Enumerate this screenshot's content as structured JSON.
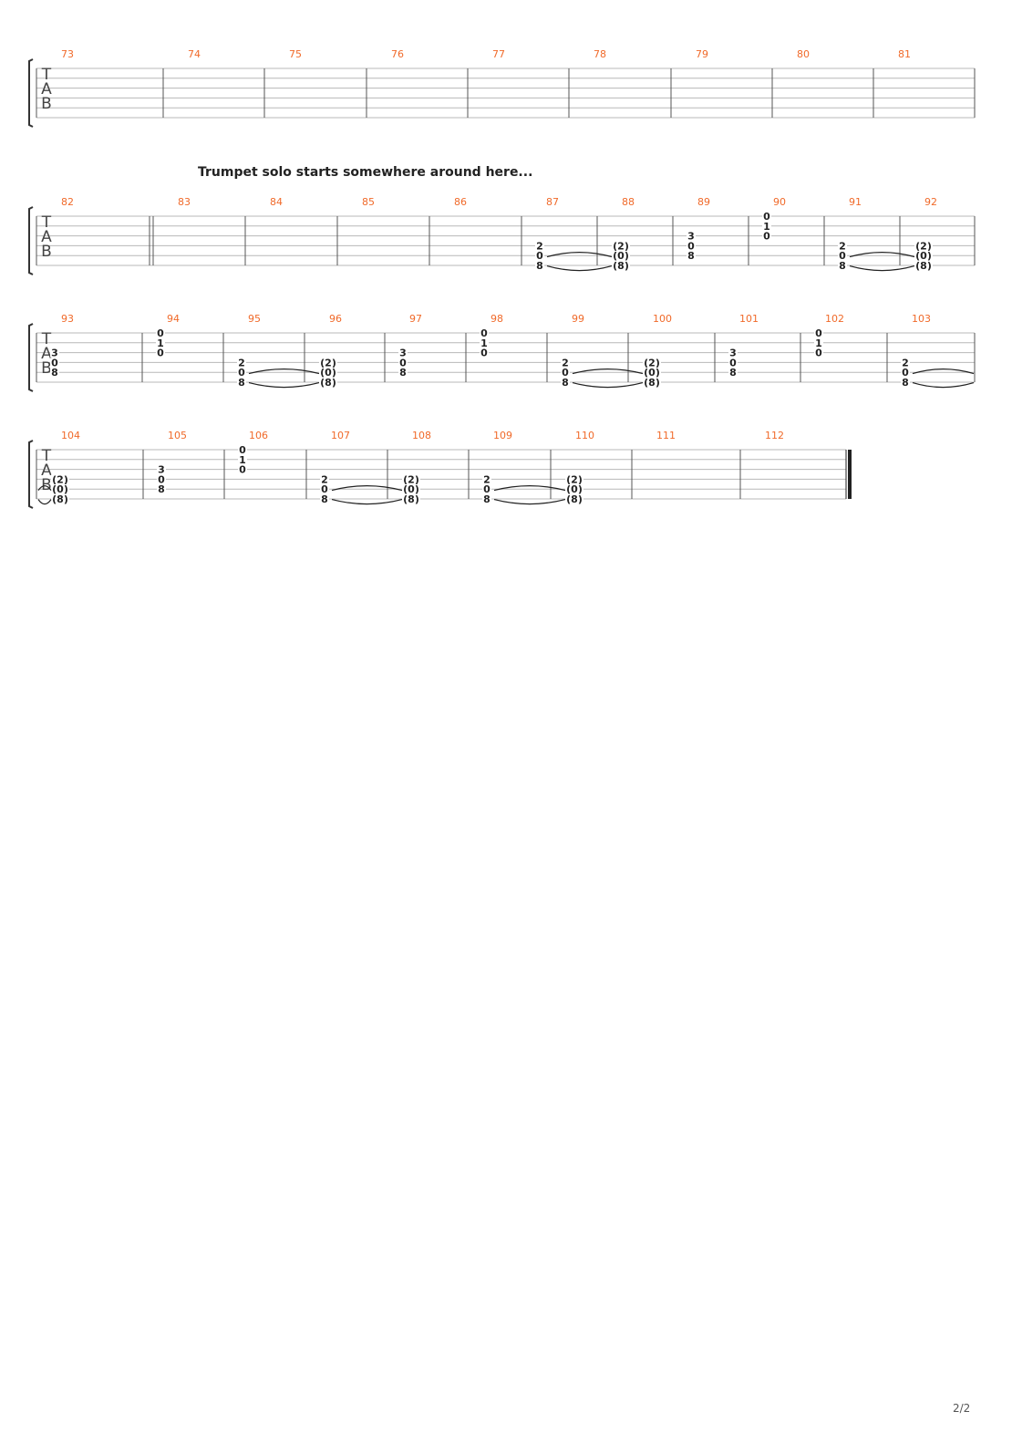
{
  "page_number": "2/2",
  "colors": {
    "measure_number": "#f06a2a",
    "staff_line": "#b8b8b8",
    "bar_line": "#555555",
    "notes": "#222222"
  },
  "clef": [
    "T",
    "A",
    "B"
  ],
  "systems": [
    {
      "annotation": "",
      "measures": [
        {
          "number": "73",
          "events": []
        },
        {
          "number": "74",
          "events": []
        },
        {
          "number": "75",
          "events": []
        },
        {
          "number": "76",
          "events": []
        },
        {
          "number": "77",
          "events": []
        },
        {
          "number": "78",
          "events": []
        },
        {
          "number": "79",
          "events": []
        },
        {
          "number": "80",
          "events": []
        },
        {
          "number": "81",
          "events": []
        }
      ]
    },
    {
      "annotation": "Trumpet solo starts somewhere around here...",
      "measures": [
        {
          "number": "82",
          "events": [],
          "double_bar": true
        },
        {
          "number": "83",
          "events": []
        },
        {
          "number": "84",
          "events": []
        },
        {
          "number": "85",
          "events": []
        },
        {
          "number": "86",
          "events": []
        },
        {
          "number": "87",
          "events": [
            {
              "notes": [
                {
                  "s": 4,
                  "f": "2"
                },
                {
                  "s": 5,
                  "f": "0"
                },
                {
                  "s": 6,
                  "f": "8"
                }
              ]
            }
          ],
          "tie_to_next": true
        },
        {
          "number": "88",
          "events": [
            {
              "notes": [
                {
                  "s": 4,
                  "f": "(2)"
                },
                {
                  "s": 5,
                  "f": "(0)"
                },
                {
                  "s": 6,
                  "f": "(8)"
                }
              ]
            }
          ]
        },
        {
          "number": "89",
          "events": [
            {
              "notes": [
                {
                  "s": 3,
                  "f": "3"
                },
                {
                  "s": 4,
                  "f": "0"
                },
                {
                  "s": 5,
                  "f": "8"
                }
              ]
            }
          ]
        },
        {
          "number": "90",
          "events": [
            {
              "notes": [
                {
                  "s": 1,
                  "f": "0"
                },
                {
                  "s": 2,
                  "f": "1"
                },
                {
                  "s": 3,
                  "f": "0"
                }
              ]
            }
          ]
        },
        {
          "number": "91",
          "events": [
            {
              "notes": [
                {
                  "s": 4,
                  "f": "2"
                },
                {
                  "s": 5,
                  "f": "0"
                },
                {
                  "s": 6,
                  "f": "8"
                }
              ]
            }
          ],
          "tie_to_next": true
        },
        {
          "number": "92",
          "events": [
            {
              "notes": [
                {
                  "s": 4,
                  "f": "(2)"
                },
                {
                  "s": 5,
                  "f": "(0)"
                },
                {
                  "s": 6,
                  "f": "(8)"
                }
              ]
            }
          ]
        }
      ]
    },
    {
      "annotation": "",
      "measures": [
        {
          "number": "93",
          "events": [
            {
              "notes": [
                {
                  "s": 3,
                  "f": "3"
                },
                {
                  "s": 4,
                  "f": "0"
                },
                {
                  "s": 5,
                  "f": "8"
                }
              ]
            }
          ]
        },
        {
          "number": "94",
          "events": [
            {
              "notes": [
                {
                  "s": 1,
                  "f": "0"
                },
                {
                  "s": 2,
                  "f": "1"
                },
                {
                  "s": 3,
                  "f": "0"
                }
              ]
            }
          ]
        },
        {
          "number": "95",
          "events": [
            {
              "notes": [
                {
                  "s": 4,
                  "f": "2"
                },
                {
                  "s": 5,
                  "f": "0"
                },
                {
                  "s": 6,
                  "f": "8"
                }
              ]
            }
          ],
          "tie_to_next": true
        },
        {
          "number": "96",
          "events": [
            {
              "notes": [
                {
                  "s": 4,
                  "f": "(2)"
                },
                {
                  "s": 5,
                  "f": "(0)"
                },
                {
                  "s": 6,
                  "f": "(8)"
                }
              ]
            }
          ]
        },
        {
          "number": "97",
          "events": [
            {
              "notes": [
                {
                  "s": 3,
                  "f": "3"
                },
                {
                  "s": 4,
                  "f": "0"
                },
                {
                  "s": 5,
                  "f": "8"
                }
              ]
            }
          ]
        },
        {
          "number": "98",
          "events": [
            {
              "notes": [
                {
                  "s": 1,
                  "f": "0"
                },
                {
                  "s": 2,
                  "f": "1"
                },
                {
                  "s": 3,
                  "f": "0"
                }
              ]
            }
          ]
        },
        {
          "number": "99",
          "events": [
            {
              "notes": [
                {
                  "s": 4,
                  "f": "2"
                },
                {
                  "s": 5,
                  "f": "0"
                },
                {
                  "s": 6,
                  "f": "8"
                }
              ]
            }
          ],
          "tie_to_next": true
        },
        {
          "number": "100",
          "events": [
            {
              "notes": [
                {
                  "s": 4,
                  "f": "(2)"
                },
                {
                  "s": 5,
                  "f": "(0)"
                },
                {
                  "s": 6,
                  "f": "(8)"
                }
              ]
            }
          ]
        },
        {
          "number": "101",
          "events": [
            {
              "notes": [
                {
                  "s": 3,
                  "f": "3"
                },
                {
                  "s": 4,
                  "f": "0"
                },
                {
                  "s": 5,
                  "f": "8"
                }
              ]
            }
          ]
        },
        {
          "number": "102",
          "events": [
            {
              "notes": [
                {
                  "s": 1,
                  "f": "0"
                },
                {
                  "s": 2,
                  "f": "1"
                },
                {
                  "s": 3,
                  "f": "0"
                }
              ]
            }
          ]
        },
        {
          "number": "103",
          "events": [
            {
              "notes": [
                {
                  "s": 4,
                  "f": "2"
                },
                {
                  "s": 5,
                  "f": "0"
                },
                {
                  "s": 6,
                  "f": "8"
                }
              ]
            }
          ],
          "tie_to_next": true
        }
      ]
    },
    {
      "annotation": "",
      "measures": [
        {
          "number": "104",
          "events": [
            {
              "notes": [
                {
                  "s": 4,
                  "f": "(2)"
                },
                {
                  "s": 5,
                  "f": "(0)"
                },
                {
                  "s": 6,
                  "f": "(8)"
                }
              ]
            }
          ],
          "tie_from_prev": true
        },
        {
          "number": "105",
          "events": [
            {
              "notes": [
                {
                  "s": 3,
                  "f": "3"
                },
                {
                  "s": 4,
                  "f": "0"
                },
                {
                  "s": 5,
                  "f": "8"
                }
              ]
            }
          ]
        },
        {
          "number": "106",
          "events": [
            {
              "notes": [
                {
                  "s": 1,
                  "f": "0"
                },
                {
                  "s": 2,
                  "f": "1"
                },
                {
                  "s": 3,
                  "f": "0"
                }
              ]
            }
          ]
        },
        {
          "number": "107",
          "events": [
            {
              "notes": [
                {
                  "s": 4,
                  "f": "2"
                },
                {
                  "s": 5,
                  "f": "0"
                },
                {
                  "s": 6,
                  "f": "8"
                }
              ]
            }
          ],
          "tie_to_next": true
        },
        {
          "number": "108",
          "events": [
            {
              "notes": [
                {
                  "s": 4,
                  "f": "(2)"
                },
                {
                  "s": 5,
                  "f": "(0)"
                },
                {
                  "s": 6,
                  "f": "(8)"
                }
              ]
            }
          ]
        },
        {
          "number": "109",
          "events": [
            {
              "notes": [
                {
                  "s": 4,
                  "f": "2"
                },
                {
                  "s": 5,
                  "f": "0"
                },
                {
                  "s": 6,
                  "f": "8"
                }
              ]
            }
          ],
          "tie_to_next": true
        },
        {
          "number": "110",
          "events": [
            {
              "notes": [
                {
                  "s": 4,
                  "f": "(2)"
                },
                {
                  "s": 5,
                  "f": "(0)"
                },
                {
                  "s": 6,
                  "f": "(8)"
                }
              ]
            }
          ]
        },
        {
          "number": "111",
          "events": []
        },
        {
          "number": "112",
          "events": []
        }
      ],
      "final_bar": true
    }
  ]
}
